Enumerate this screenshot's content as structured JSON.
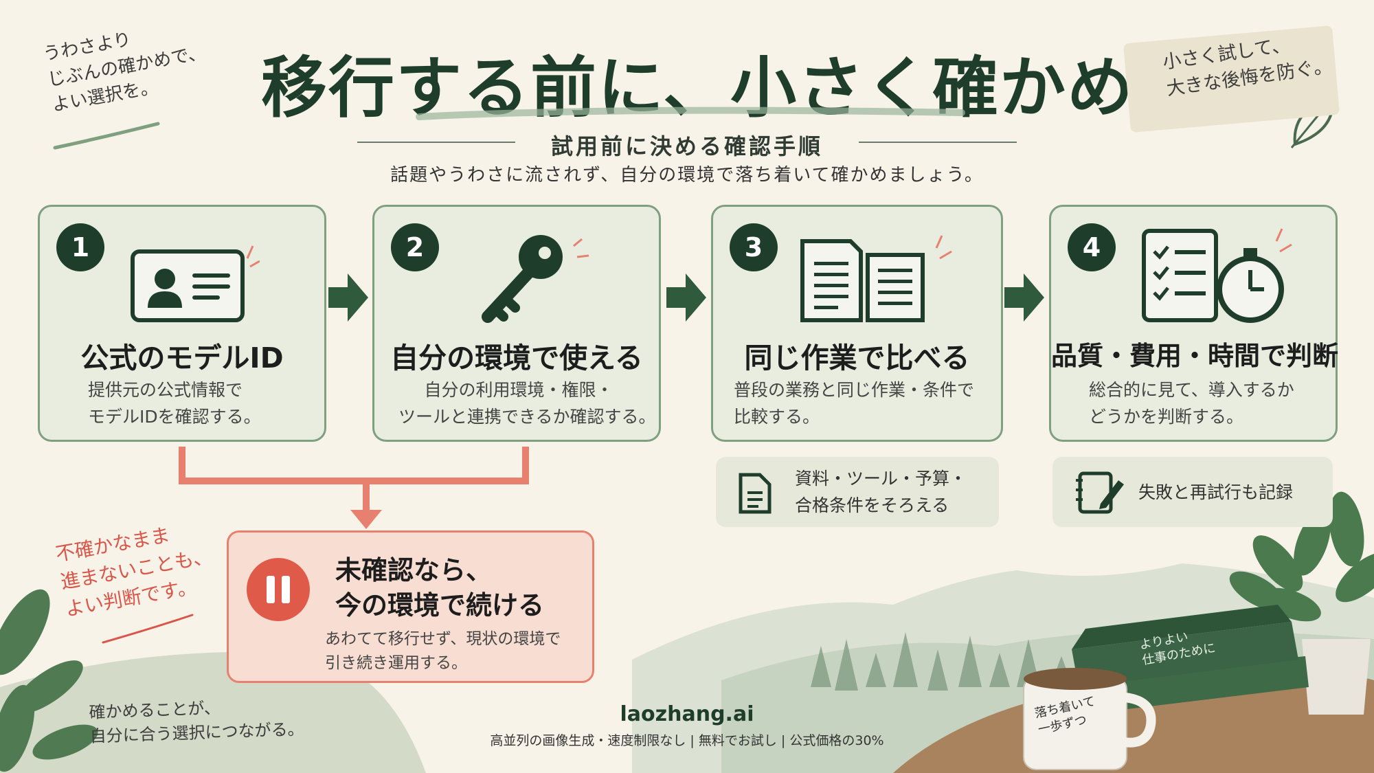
{
  "title": "移行する前に、小さく確かめる",
  "subtitle": "試用前に決める確認手順",
  "lead": "話題やうわさに流されず、自分の環境で落ち着いて確かめましょう。",
  "notes": {
    "top_left": [
      "うわさより",
      "じぶんの確かめで、",
      "よい選択を。"
    ],
    "top_right": [
      "小さく試して、",
      "大きな後悔を防ぐ。"
    ],
    "red": [
      "不確かなまま",
      "進まないことも、",
      "よい判断です。"
    ],
    "bottom_left": [
      "確かめることが、",
      "自分に合う選択につながる。"
    ]
  },
  "steps": [
    {
      "num": "1",
      "icon": "id-card-icon",
      "title": "公式のモデルID",
      "desc": [
        "提供元の公式情報で",
        "モデルIDを確認する。"
      ]
    },
    {
      "num": "2",
      "icon": "key-icon",
      "title": "自分の環境で使える",
      "desc": [
        "自分の利用環境・権限・",
        "ツールと連携できるか確認する。"
      ]
    },
    {
      "num": "3",
      "icon": "documents-icon",
      "title": "同じ作業で比べる",
      "desc": [
        "普段の業務と同じ作業・条件で",
        "比較する。"
      ]
    },
    {
      "num": "4",
      "icon": "checklist-stopwatch-icon",
      "title": "品質・費用・時間で判断",
      "desc": [
        "総合的に見て、導入するか",
        "どうかを判断する。"
      ]
    }
  ],
  "subboxes": [
    {
      "icon": "document-icon",
      "text": [
        "資料・ツール・予算・",
        "合格条件をそろえる"
      ]
    },
    {
      "icon": "notebook-pen-icon",
      "text": [
        "失敗と再試行も記録"
      ]
    }
  ],
  "pause": {
    "icon": "pause-icon",
    "title": [
      "未確認なら、",
      "今の環境で続ける"
    ],
    "desc": [
      "あわてて移行せず、現状の環境で",
      "引き続き運用する。"
    ]
  },
  "footer": {
    "brand": "laozhang.ai",
    "tagline": "高並列の画像生成・速度制限なし | 無料でお試し | 公式価格の30%"
  },
  "decor": {
    "book_title": [
      "よりよい",
      "仕事のために"
    ],
    "mug_text": [
      "落ち着いて",
      "一歩ずつ"
    ]
  },
  "colors": {
    "dark_green": "#1f3d2b",
    "card_bg": "#e8eddf",
    "card_border": "#7ea07f",
    "accent_red": "#e8806f",
    "background": "#f7f3e8"
  }
}
